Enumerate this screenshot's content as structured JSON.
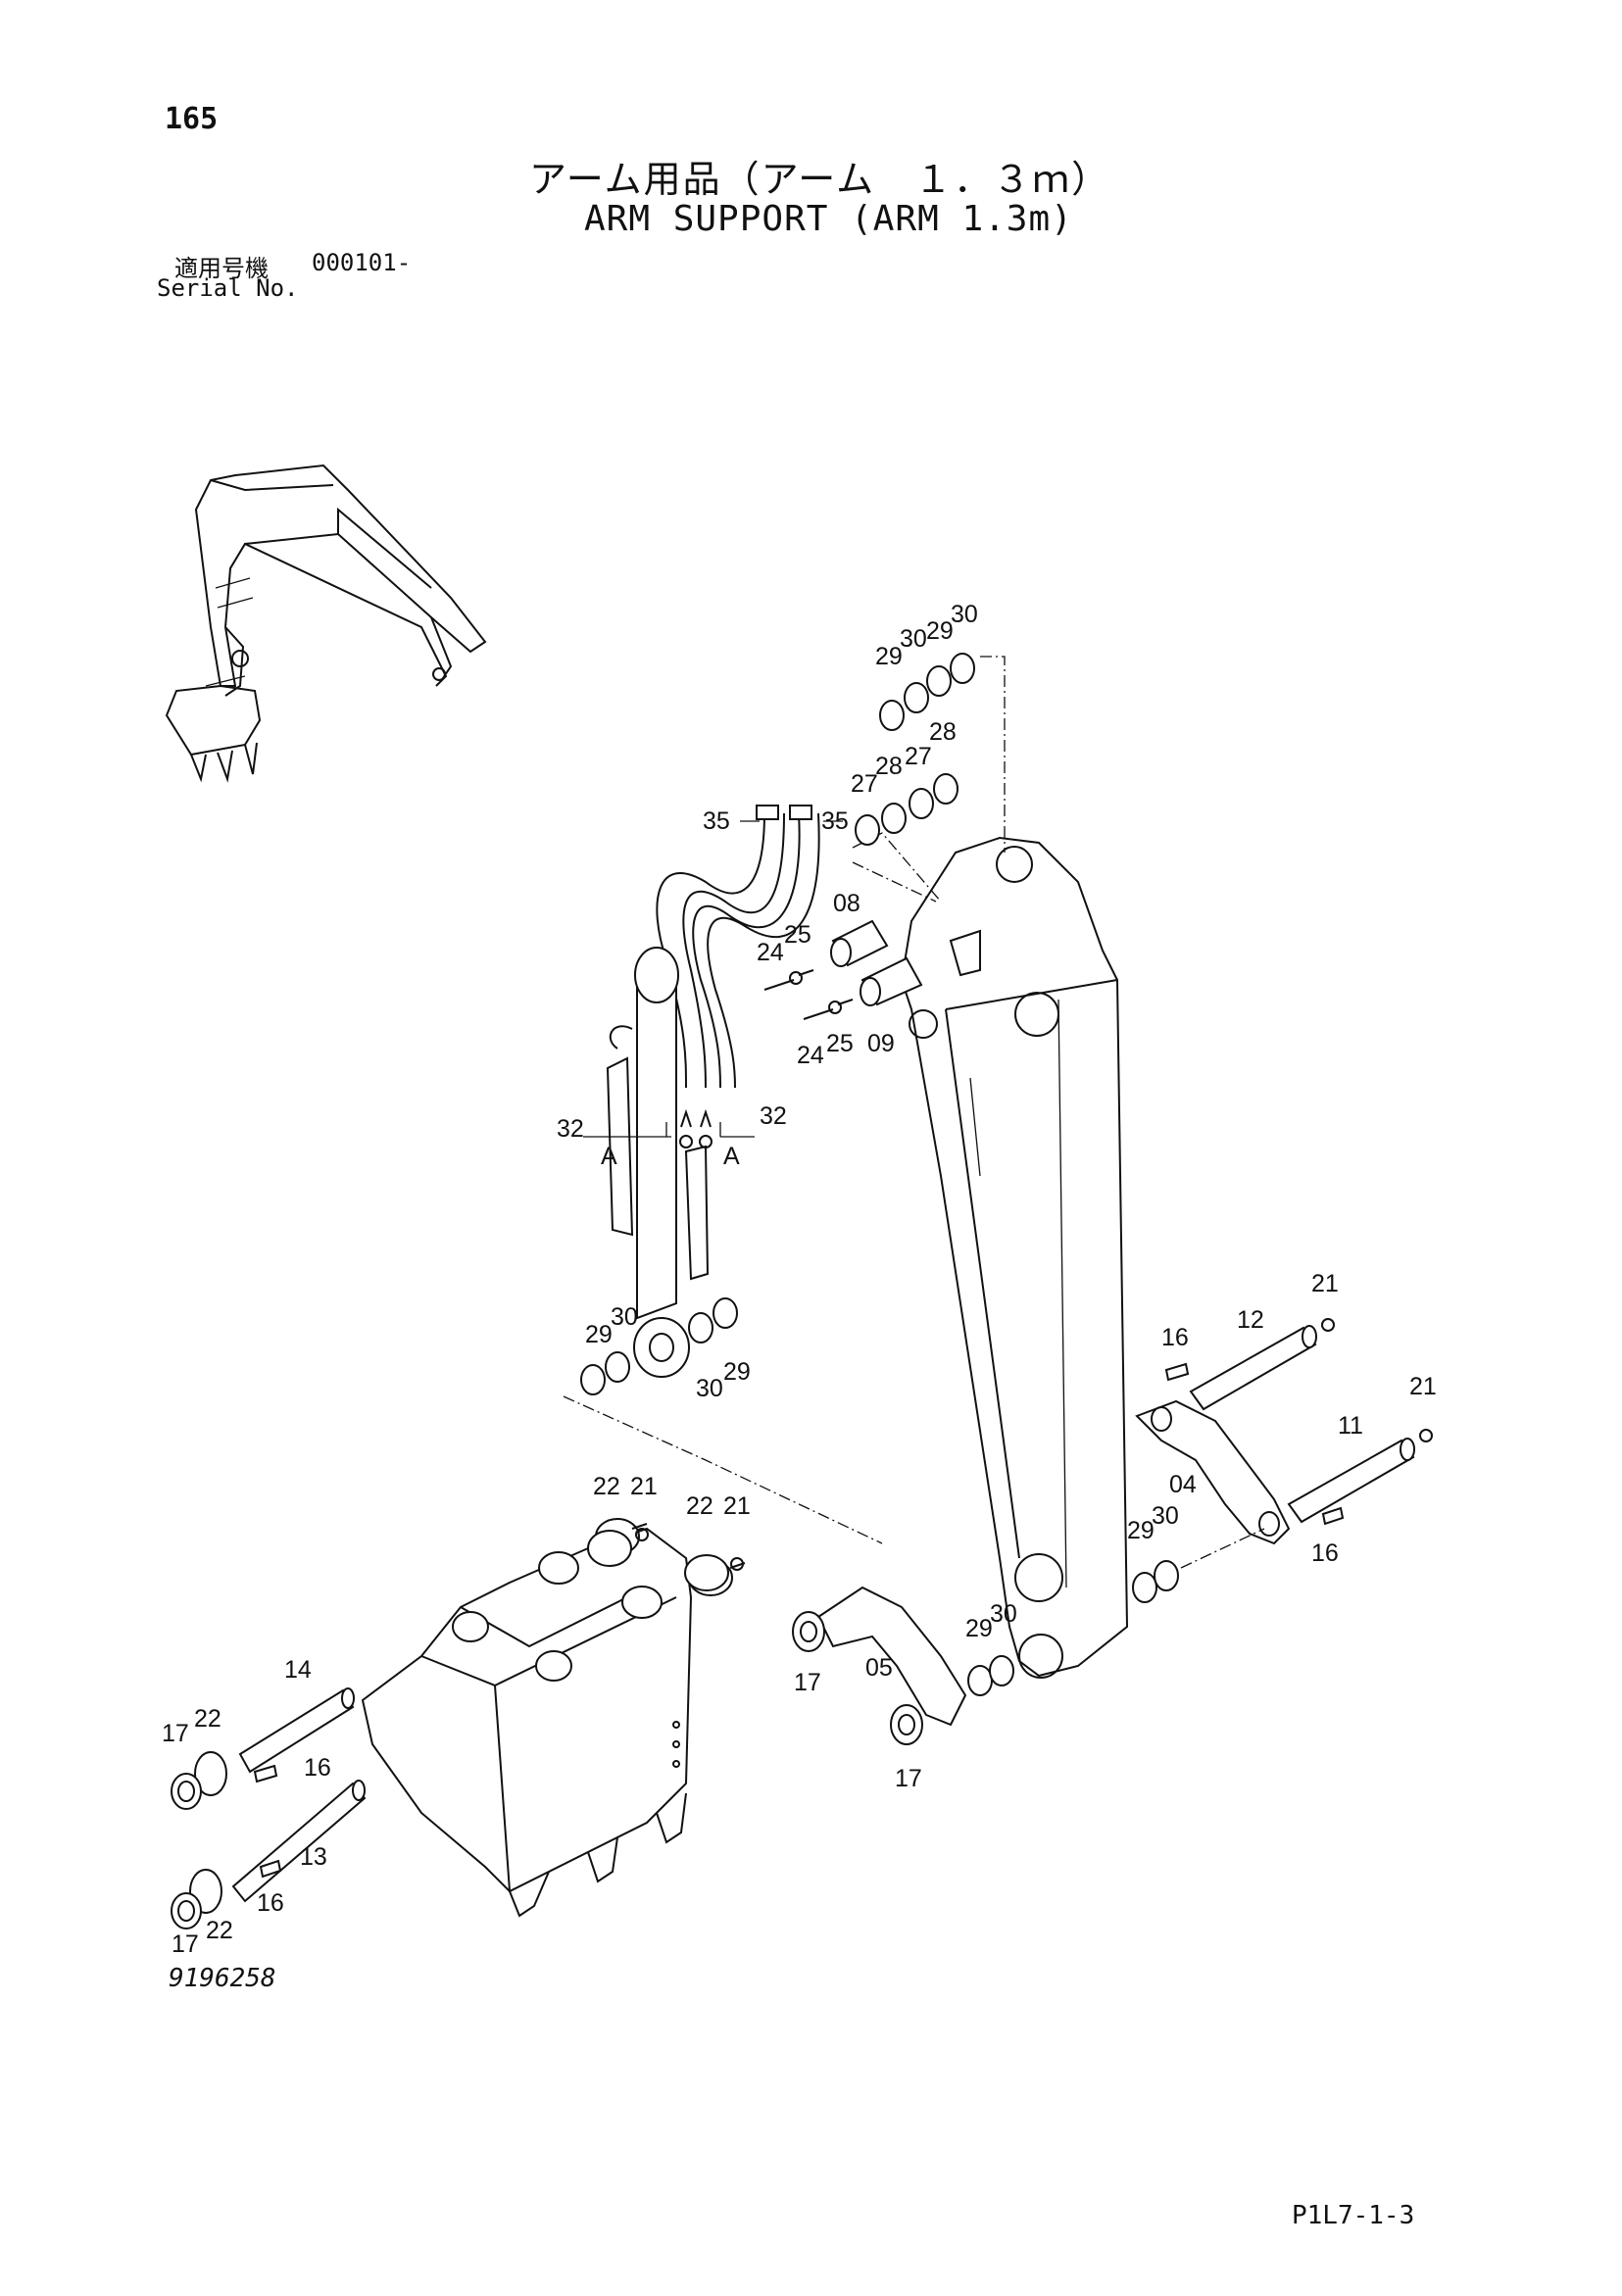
{
  "header": {
    "page_number": "165",
    "title_jp": "アーム用品（アーム　１．３ｍ）",
    "title_en": "ARM SUPPORT (ARM 1.3m)",
    "serial_label_jp": "適用号機",
    "serial_value": "000101-",
    "serial_label_en": "Serial No."
  },
  "footer": {
    "drawing_number": "9196258",
    "page_code": "P1L7-1-3"
  },
  "callouts": [
    {
      "text": "29"
    },
    {
      "text": "30"
    },
    {
      "text": "29"
    },
    {
      "text": "30"
    },
    {
      "text": "27"
    },
    {
      "text": "28"
    },
    {
      "text": "27"
    },
    {
      "text": "28"
    },
    {
      "text": "35"
    },
    {
      "text": "35"
    },
    {
      "text": "08"
    },
    {
      "text": "25"
    },
    {
      "text": "24"
    },
    {
      "text": "24"
    },
    {
      "text": "25"
    },
    {
      "text": "09"
    },
    {
      "text": "32"
    },
    {
      "text": "32"
    },
    {
      "text": "A"
    },
    {
      "text": "A"
    },
    {
      "text": "29"
    },
    {
      "text": "30"
    },
    {
      "text": "30"
    },
    {
      "text": "29"
    },
    {
      "text": "21"
    },
    {
      "text": "12"
    },
    {
      "text": "16"
    },
    {
      "text": "21"
    },
    {
      "text": "11"
    },
    {
      "text": "04"
    },
    {
      "text": "16"
    },
    {
      "text": "29"
    },
    {
      "text": "30"
    },
    {
      "text": "22"
    },
    {
      "text": "21"
    },
    {
      "text": "22"
    },
    {
      "text": "21"
    },
    {
      "text": "17"
    },
    {
      "text": "05"
    },
    {
      "text": "29"
    },
    {
      "text": "30"
    },
    {
      "text": "17"
    },
    {
      "text": "14"
    },
    {
      "text": "17"
    },
    {
      "text": "22"
    },
    {
      "text": "16"
    },
    {
      "text": "13"
    },
    {
      "text": "16"
    },
    {
      "text": "17"
    },
    {
      "text": "22"
    }
  ]
}
